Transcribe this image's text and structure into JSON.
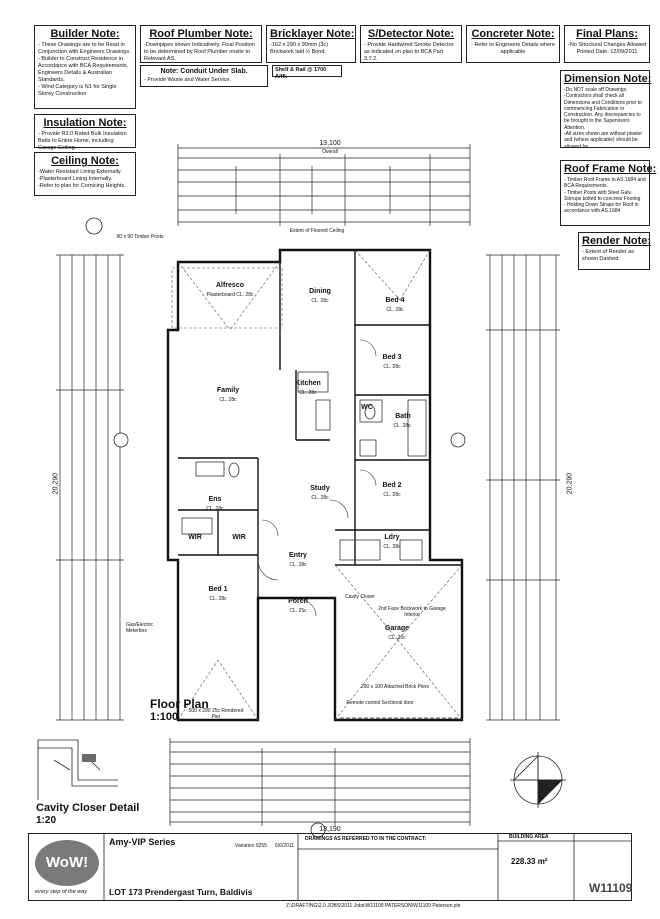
{
  "notes": {
    "builder": {
      "title": "Builder Note:",
      "lines": [
        "- These Drawings are to be Read in Conjunction with Engineers Drawings.",
        "- Builder to Construct Residence in Accordance with BCA Requirements, Engineers Details & Australian Standards.",
        "- Wind Category is N1 for Single Storey Construction"
      ]
    },
    "roof_plumber": {
      "title": "Roof Plumber Note:",
      "lines": [
        "-Downpipes shown Indicatively. Final Position to be determined by Roof Plumber onsite to Relevant AS."
      ]
    },
    "bricklayer": {
      "title": "Bricklayer Note:",
      "lines": [
        "-162 x 290 x 90mm (3c) Brickwork laid ½ Bond."
      ]
    },
    "detector": {
      "title": "S/Detector Note:",
      "lines": [
        "- Provide Hardwired Smoke Detector as indicated on plan to BCA Part 3.7.2."
      ]
    },
    "concreter": {
      "title": "Concreter Note:",
      "lines": [
        "- Refer to Engineers Details where applicable"
      ]
    },
    "final_plans": {
      "title": "Final Plans:",
      "lines": [
        "-No Structural Changes Allowed",
        "Printed Date: 12/09/2011"
      ]
    },
    "conduit": {
      "title": "Note: Conduit Under Slab.",
      "lines": [
        "- Provide Waste and Water Service."
      ]
    },
    "shelf": {
      "text": "Shelf & Rail @ 1700 A/ffl."
    },
    "dimension": {
      "title": "Dimension Note:",
      "lines": [
        "-Do NOT scale off Drawings.",
        "-Contractors shall check all Dimensions and Conditions prior to commencing Fabrication or Construction. Any discrepancies to be brought to the Supervisors Attention.",
        "-All sizes shown are without plaster and (where applicable) should be allowed for"
      ]
    },
    "insulation": {
      "title": "Insulation Note:",
      "lines": [
        "- Provide R3.0 Rated Bulk Insulation Batts to Entire Home, including Garage Ceiling."
      ]
    },
    "ceiling": {
      "title": "Ceiling Note:",
      "lines": [
        "-Water Resistant Lining Externally.",
        "-Plasterboard Lining Internally.",
        "-Refer to plan for Cornicing Heights."
      ]
    },
    "roof_frame": {
      "title": "Roof Frame Note:",
      "lines": [
        "- Timber Roof Frame to AS.1684 and BCA Requirements.",
        "- Timber Posts with Steel Galv. Stirrups bolted to concrete Footing",
        "- Holding Down Straps for Roof in accordance with AS.1684"
      ]
    },
    "render": {
      "title": "Render Note:",
      "lines": [
        "- Extent of Render as shown Dashed"
      ]
    }
  },
  "plan": {
    "title": "Floor Plan",
    "scale": "1:100",
    "overall_top": "13,100",
    "overall_label": "Overall",
    "overall_bottom": "13,190",
    "overall_left": "20,290",
    "overall_right": "20,290",
    "timber_posts": "90 x 90 Timber Posts",
    "rooms": [
      {
        "name": "Alfresco",
        "sub": "Plasterboard CL. 28c"
      },
      {
        "name": "Dining",
        "sub": "CL. 28c"
      },
      {
        "name": "Bed 4",
        "sub": "CL. 28c"
      },
      {
        "name": "Bed 3",
        "sub": "CL. 28c"
      },
      {
        "name": "Family",
        "sub": "CL. 28c"
      },
      {
        "name": "Kitchen",
        "sub": "CL. 28c"
      },
      {
        "name": "WC",
        "sub": ""
      },
      {
        "name": "Bath",
        "sub": "CL. 28c"
      },
      {
        "name": "Study",
        "sub": "CL. 28c"
      },
      {
        "name": "Bed 2",
        "sub": "CL. 28c"
      },
      {
        "name": "Ens",
        "sub": "CL. 28c"
      },
      {
        "name": "WIR",
        "sub": ""
      },
      {
        "name": "WIR",
        "sub": ""
      },
      {
        "name": "Ldry",
        "sub": "CL. 28c"
      },
      {
        "name": "Entry",
        "sub": "CL. 28c"
      },
      {
        "name": "Bed 1",
        "sub": "CL. 28c"
      },
      {
        "name": "Porch",
        "sub": "CL. 25c"
      },
      {
        "name": "Garage",
        "sub": "CL. 25c"
      }
    ],
    "garage_note": "2nd Face Brickwork to Garage Interior",
    "garage_door": "Remote control Sectional door",
    "annotations": [
      "Cavity Closer",
      "Extent of Floored Ceiling",
      "Gas/Electric Meterbox",
      "500 x 290 25c Rendered Pier",
      "290 x 100 Attached Brick Piers"
    ]
  },
  "cavity_closer": {
    "title": "Cavity Closer Detail",
    "scale": "1:20"
  },
  "title_block": {
    "series": "Amy-VIP Series",
    "address": "LOT 173 Prendergast Turn, Baldivis",
    "variation_label": "Variation 0255",
    "variation_date": "6/6/2011",
    "drawings_note": "DRAWINGS AS REFERRED TO IN THE CONTRACT:",
    "building_area_title": "BUILDING AREA",
    "area_total": "228.33 m²",
    "logo_tagline": "every step of the way",
    "file_path": "Z:\\DRAFTING\\2.0 JOBS\\2011 Jobs\\W11109 PATERSON\\W11109 Paterson.pln",
    "job_no": "W11109"
  }
}
